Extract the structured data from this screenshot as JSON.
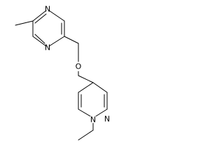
{
  "molecule": {
    "atom_labels": {
      "n_upper_top": "N",
      "n_upper_bottom": "N",
      "o_ether": "O",
      "n_lower_top": "N",
      "n_lower_bottom": "N"
    }
  }
}
